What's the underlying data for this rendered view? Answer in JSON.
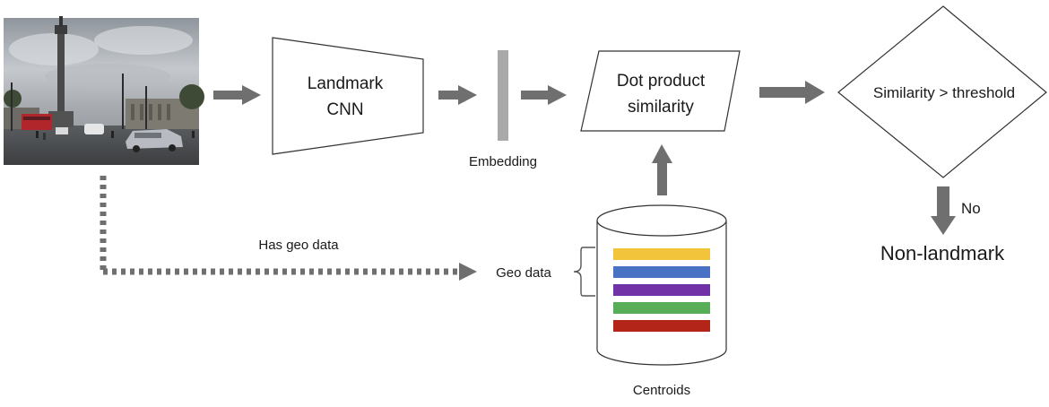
{
  "diagram": {
    "cnn_label_line1": "Landmark",
    "cnn_label_line2": "CNN",
    "embedding_label": "Embedding",
    "dot_product_line1": "Dot product",
    "dot_product_line2": "similarity",
    "decision_label": "Similarity > threshold",
    "no_label": "No",
    "result_label": "Non-landmark",
    "geo_path_label": "Has geo data",
    "geo_data_label": "Geo data",
    "centroids_label": "Centroids"
  },
  "centroid_bar_colors": [
    "#f2c43c",
    "#4a72c4",
    "#7032a6",
    "#58ad57",
    "#b32419"
  ],
  "colors": {
    "arrow": "#6f6f6f",
    "embedding_bar": "#a9a9a9",
    "outline": "#333333"
  },
  "icons": {
    "photo": "street-scene-photo"
  }
}
